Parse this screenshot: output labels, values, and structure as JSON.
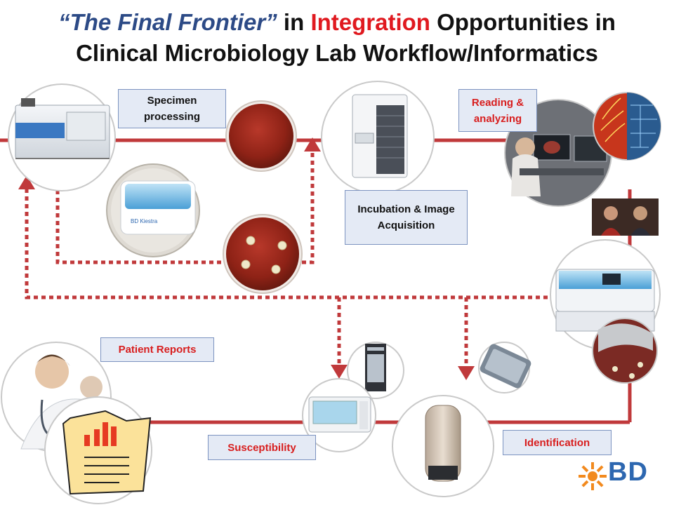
{
  "title": {
    "line1_italic": "“The Final Frontier”",
    "line1_mid": " in ",
    "line1_red": "Integration",
    "line1_end": " Opportunities in",
    "line2": "Clinical Microbiology Lab Workflow/Informatics"
  },
  "labels": {
    "specimen": "Specimen processing",
    "incubation": "Incubation & Image Acquisition",
    "reading": "Reading & analyzing",
    "patient_reports": "Patient Reports",
    "susceptibility": "Susceptibility",
    "identification": "Identification"
  },
  "logo": {
    "text": "BD",
    "color": "#2d67b0",
    "sun_color": "#f28a1e"
  },
  "colors": {
    "flow_line": "#c0393b",
    "label_bg": "#e4eaf5",
    "label_border": "#7c93c0",
    "accent_red": "#d81e1e"
  }
}
